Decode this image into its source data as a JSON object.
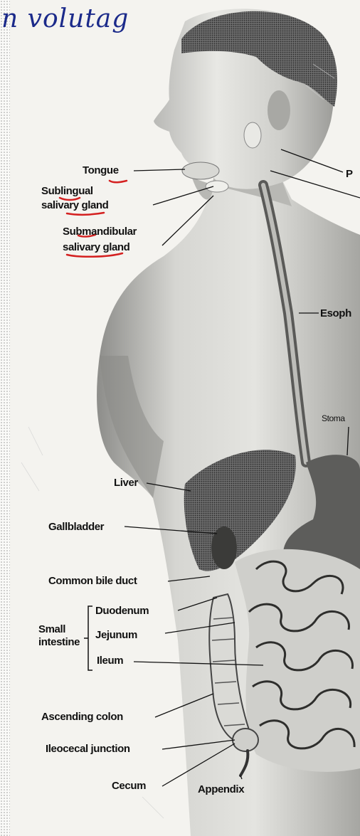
{
  "handwritten_note": "n volutag",
  "labels": {
    "tongue": "Tongue",
    "sublingual_line1": "Sublingual",
    "sublingual_line2": "salivary gland",
    "submandibular_line1": "Submandibular",
    "submandibular_line2": "salivary gland",
    "parotid_partial": "P",
    "esophagus_partial": "Esoph",
    "stomach_partial": "Stoma",
    "liver": "Liver",
    "gallbladder": "Gallbladder",
    "common_bile_duct": "Common bile duct",
    "small_intestine_line1": "Small",
    "small_intestine_line2": "intestine",
    "duodenum": "Duodenum",
    "jejunum": "Jejunum",
    "ileum": "Ileum",
    "ascending_colon": "Ascending colon",
    "ileocecal_junction": "Ileocecal junction",
    "cecum": "Cecum",
    "appendix": "Appendix"
  },
  "colors": {
    "ink": "#111111",
    "underline": "#d42020",
    "handwriting": "#1b2a8a",
    "paper": "#f4f3ef"
  }
}
